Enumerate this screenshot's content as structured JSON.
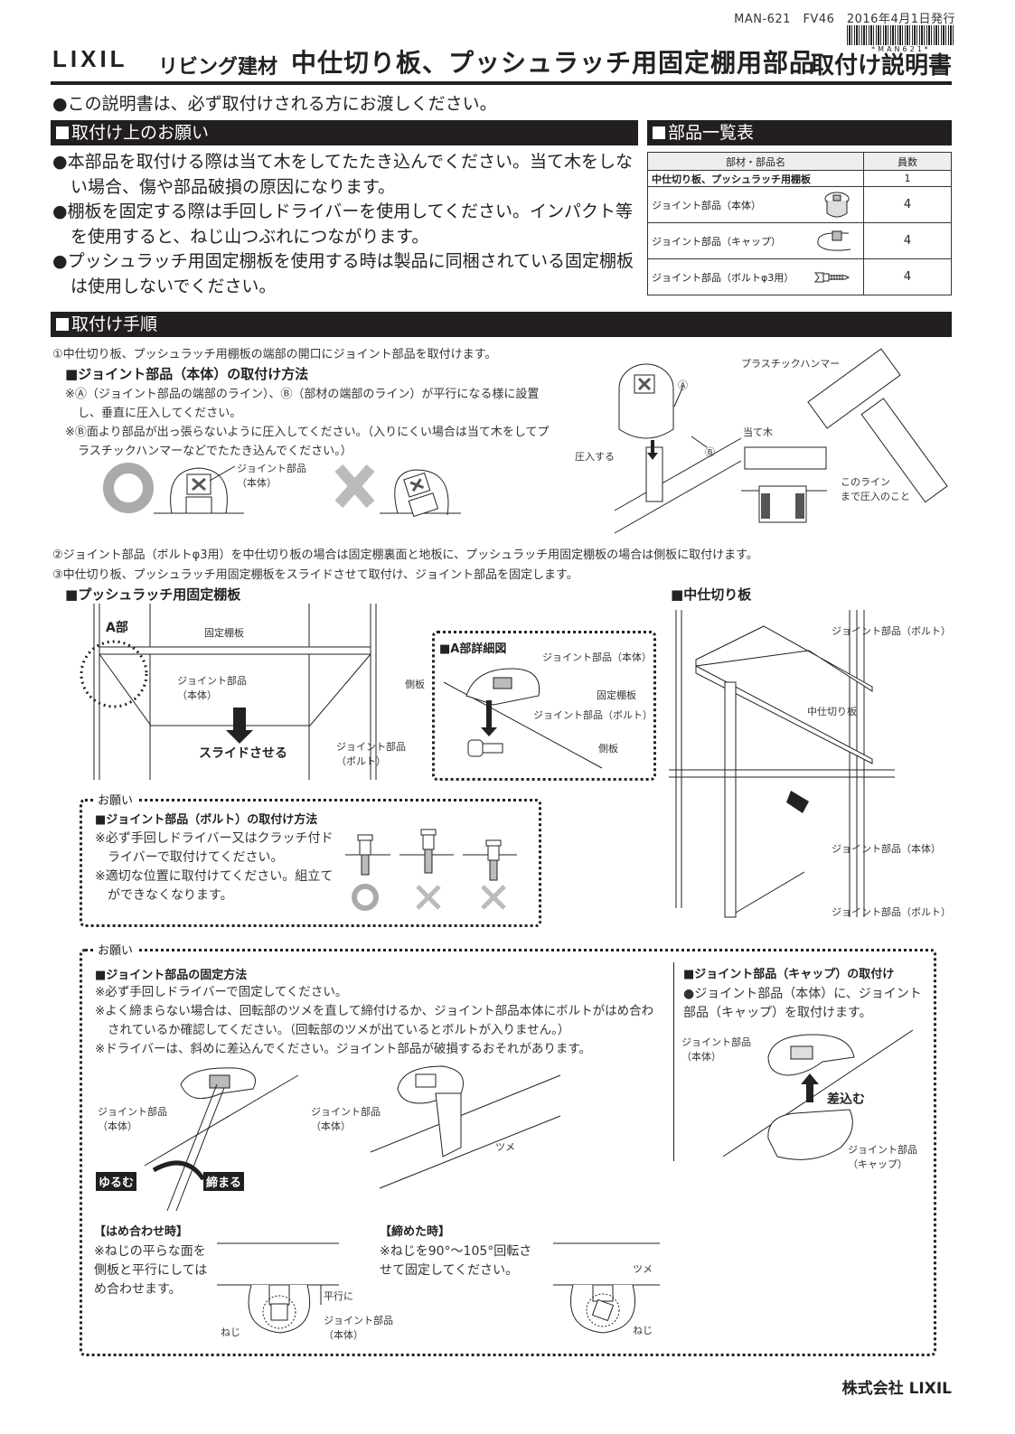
{
  "header": {
    "meta": "MAN-621　FV46　2016年4月1日発行",
    "barcode_text": "*MAN621*",
    "logo": "LIXIL",
    "category": "リビング建材",
    "title": "中仕切り板、プッシュラッチ用固定棚用部品",
    "doc_type": "取付け説明書",
    "notice": "●この説明書は、必ず取付けされる方にお渡しください。"
  },
  "requests": {
    "heading": "取付け上のお願い",
    "items": [
      "●本部品を取付ける際は当て木をしてたたき込んでください。当て木をしない場合、傷や部品破損の原因になります。",
      "●棚板を固定する際は手回しドライバーを使用してください。インパクト等を使用すると、ねじ山つぶれにつながります。",
      "●プッシュラッチ用固定棚板を使用する時は製品に同梱されている固定棚板は使用しないでください。"
    ]
  },
  "parts": {
    "heading": "部品一覧表",
    "columns": [
      "部材・部品名",
      "員数"
    ],
    "rows": [
      {
        "name": "中仕切り板、プッシュラッチ用棚板",
        "icon": "none",
        "qty": "1"
      },
      {
        "name": "ジョイント部品（本体）",
        "icon": "joint-body-icon",
        "qty": "4"
      },
      {
        "name": "ジョイント部品（キャップ）",
        "icon": "joint-cap-icon",
        "qty": "4"
      },
      {
        "name": "ジョイント部品（ボルトφ3用）",
        "icon": "joint-bolt-icon",
        "qty": "4"
      }
    ]
  },
  "procedure": {
    "heading": "取付け手順",
    "step1": "①中仕切り板、プッシュラッチ用棚板の端部の開口にジョイント部品を取付けます。",
    "body_method": {
      "title": "ジョイント部品（本体）の取付け方法",
      "notes": [
        "※Ⓐ（ジョイント部品の端部のライン）、Ⓑ（部材の端部のライン）が平行になる様に設置し、垂直に圧入してください。",
        "※Ⓑ面より部品が出っ張らないように圧入してください。（入りにくい場合は当て木をしてプラスチックハンマーなどでたたき込んでください。）"
      ],
      "label_joint": "ジョイント部品",
      "label_body": "（本体）",
      "ok": "○",
      "ng": "×"
    },
    "fig1": {
      "label_a": "Ⓐ",
      "label_b": "Ⓑ",
      "press": "圧入する",
      "hammer": "プラスチックハンマー",
      "block": "当て木",
      "line1": "このライン",
      "line2": "まで圧入のこと"
    },
    "step2": "②ジョイント部品（ボルトφ3用）を中仕切り板の場合は固定棚裏面と地板に、プッシュラッチ用固定棚板の場合は側板に取付けます。",
    "step3": "③中仕切り板、プッシュラッチ用固定棚板をスライドさせて取付け、ジョイント部品を固定します。"
  },
  "push_latch": {
    "title": "プッシュラッチ用固定棚板",
    "a_part": "A部",
    "fixed_shelf": "固定棚板",
    "joint_body_1": "ジョイント部品",
    "joint_body_2": "（本体）",
    "side_panel": "側板",
    "slide": "スライドさせる",
    "joint_bolt_1": "ジョイント部品",
    "joint_bolt_2": "（ボルト）"
  },
  "a_detail": {
    "title": "A部詳細図",
    "joint_body": "ジョイント部品（本体）",
    "fixed_shelf": "固定棚板",
    "joint_bolt": "ジョイント部品（ボルト）",
    "side_panel": "側板"
  },
  "divider": {
    "title": "中仕切り板",
    "joint_bolt_top": "ジョイント部品（ボルト）",
    "divider_label": "中仕切り板",
    "joint_body": "ジョイント部品（本体）",
    "joint_bolt_bottom": "ジョイント部品（ボルト）"
  },
  "bolt_request": {
    "tag": "お願い",
    "title": "ジョイント部品（ボルト）の取付け方法",
    "notes": [
      "※必ず手回しドライバー又はクラッチ付ドライバーで取付けてください。",
      "※適切な位置に取付けてください。組立てができなくなります。"
    ],
    "marks": [
      "○",
      "×",
      "×"
    ]
  },
  "fix_request": {
    "tag": "お願い",
    "title": "ジョイント部品の固定方法",
    "notes": [
      "※必ず手回しドライバーで固定してください。",
      "※よく締まらない場合は、回転部のツメを直して締付けるか、ジョイント部品本体にボルトがはめ合わされているか確認してください。（回転部のツメが出ているとボルトが入りません。）",
      "※ドライバーは、斜めに差込んでください。ジョイント部品が破損するおそれがあります。"
    ],
    "fig_joint": "ジョイント部品",
    "fig_body": "（本体）",
    "loosen": "ゆるむ",
    "tighten": "締まる",
    "claw": "ツメ",
    "fit_title": "【はめ合わせ時】",
    "fit_note": "※ねじの平らな面を側板と平行にしてはめ合わせます。",
    "parallel": "平行に",
    "screw": "ねじ",
    "tight_title": "【締めた時】",
    "tight_note": "※ねじを90°～105°回転させて固定してください。"
  },
  "cap_install": {
    "title": "ジョイント部品（キャップ）の取付け",
    "note": "●ジョイント部品（本体）に、ジョイント部品（キャップ）を取付けます。",
    "joint_body_1": "ジョイント部品",
    "joint_body_2": "（本体）",
    "insert": "差込む",
    "cap_1": "ジョイント部品",
    "cap_2": "（キャップ）"
  },
  "footer": {
    "company": "株式会社 LIXIL"
  }
}
